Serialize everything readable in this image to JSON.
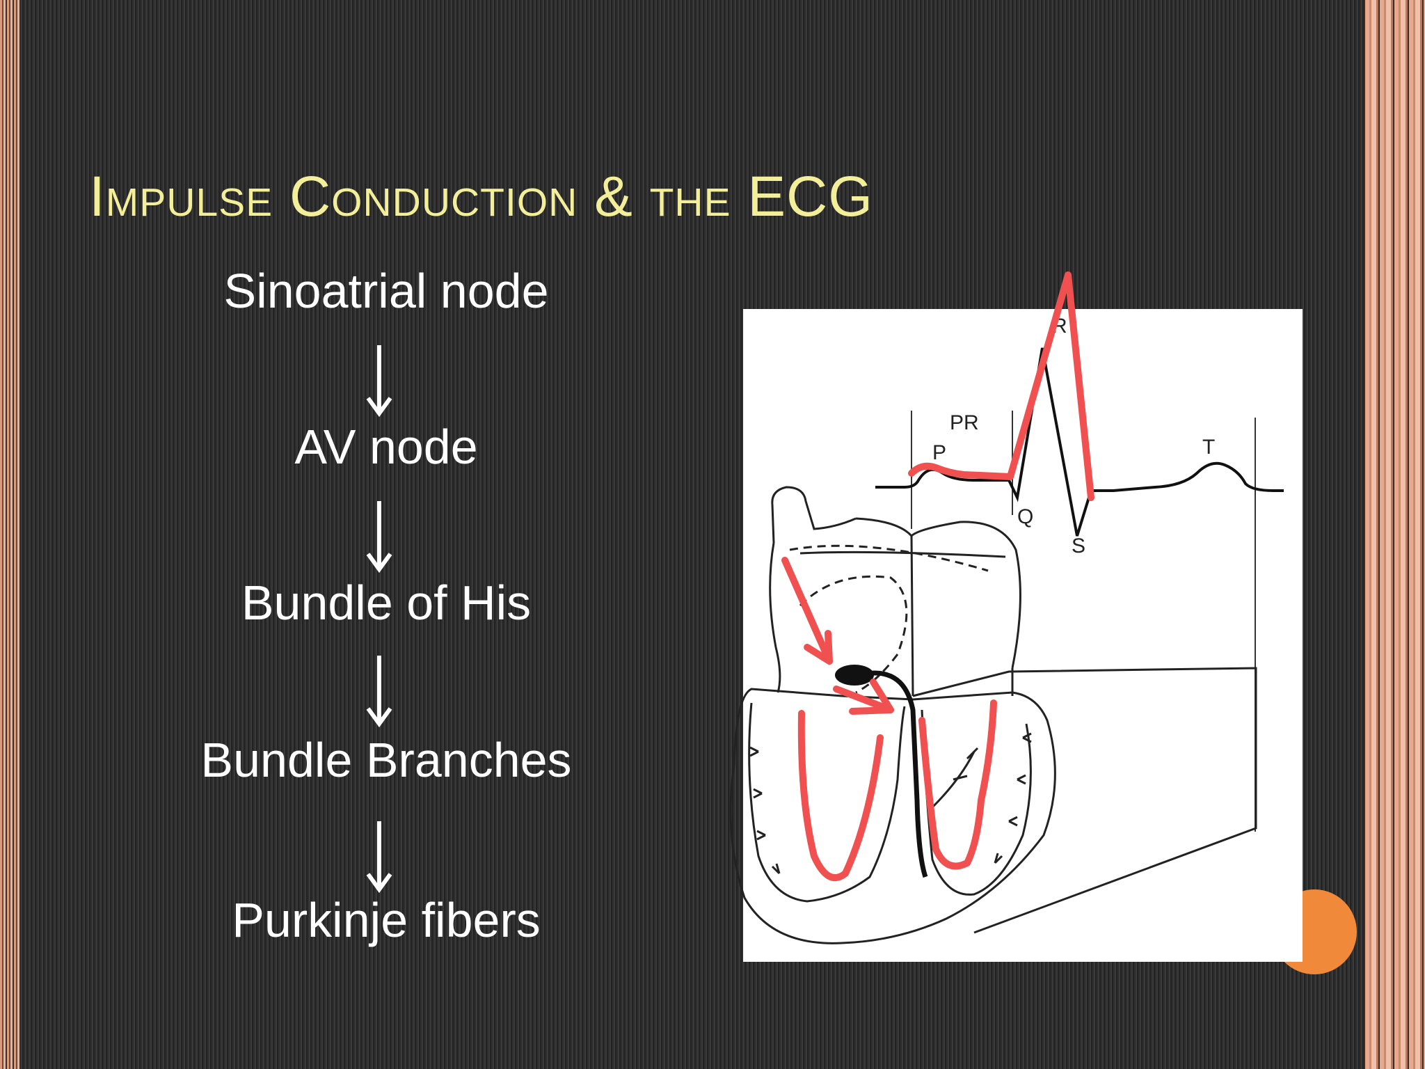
{
  "slide": {
    "title": "Impulse Conduction & the ECG"
  },
  "pathway": {
    "steps": [
      "Sinoatrial node",
      "AV node",
      "Bundle of His",
      "Bundle Branches",
      "Purkinje fibers"
    ]
  },
  "ecg": {
    "labels": {
      "pr": "PR",
      "p": "P",
      "q": "Q",
      "r": "R",
      "s": "S",
      "t": "T"
    }
  },
  "colors": {
    "title": "#f3ee9a",
    "annotation": "#f05050",
    "accent": "#f08a3a"
  }
}
